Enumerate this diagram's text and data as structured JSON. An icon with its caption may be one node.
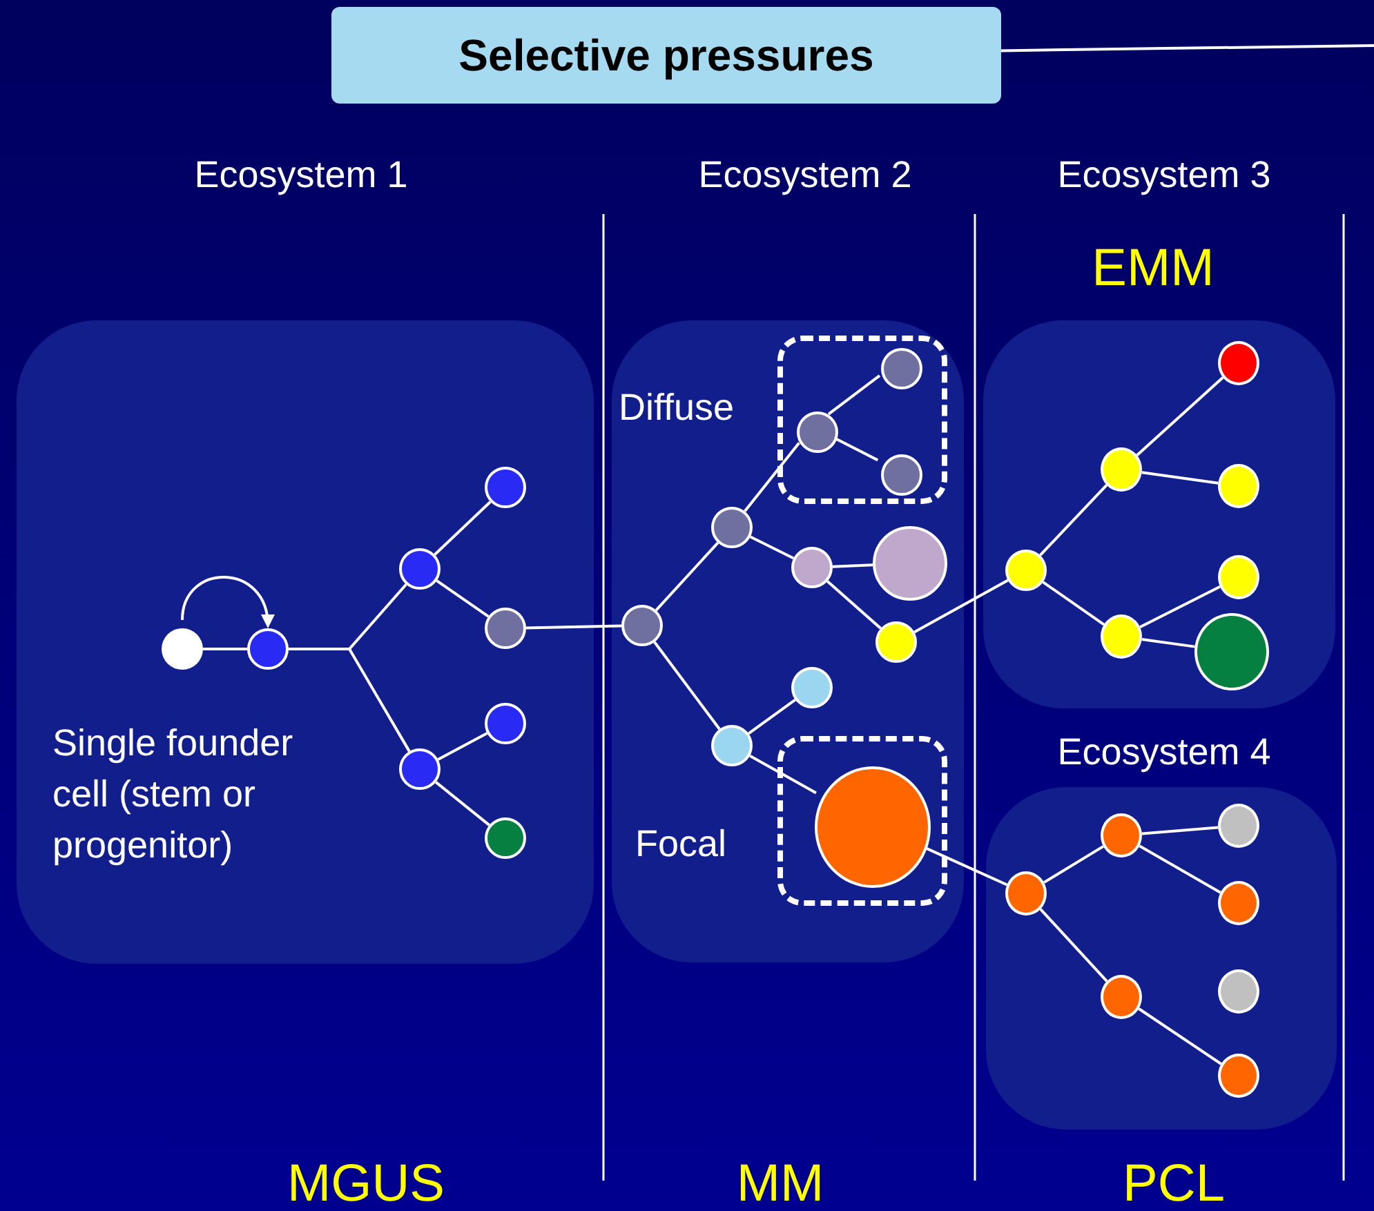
{
  "diagram": {
    "nodes": [
      {
        "text": [
          "Selective pressures"
        ]
      },
      {
        "text": [
          "Single founder cell (stem or progenitor)"
        ]
      },
      {
        "text": [],
        "shape": "box"
      },
      {
        "text": [],
        "shape": "box"
      },
      {
        "text": [],
        "shape": "box"
      },
      {
        "text": [],
        "shape": "box",
        "in": 2,
        "beside": [
          "Diffuse"
        ]
      },
      {
        "text": [],
        "shape": "box",
        "in": 2,
        "beside": [
          "Focal"
        ]
      },
      {
        "text": [],
        "shape": "circle",
        "in": 1
      },
      {
        "text": [],
        "shape": "circle",
        "in": 1
      },
      {
        "text": [],
        "shape": "circle",
        "in": 1
      },
      {
        "text": [],
        "shape": "circle",
        "in": 1
      },
      {
        "text": [],
        "shape": "circle",
        "in": 1
      },
      {
        "text": [],
        "shape": "circle",
        "in": 1
      },
      {
        "text": [],
        "shape": "circle",
        "in": 1
      },
      {
        "text": [],
        "shape": "circle",
        "in": 1
      },
      {
        "text": [],
        "shape": "circle",
        "in": 2
      },
      {
        "text": [],
        "shape": "circle",
        "in": 2
      },
      {
        "text": [],
        "shape": "circle",
        "in": 5
      },
      {
        "text": [],
        "shape": "circle",
        "in": 5
      },
      {
        "text": [],
        "shape": "circle",
        "in": 5
      },
      {
        "text": [],
        "shape": "circle",
        "in": 2
      },
      {
        "text": [],
        "shape": "circle",
        "in": 2
      },
      {
        "text": [],
        "shape": "circle",
        "in": 2
      },
      {
        "text": [],
        "shape": "circle",
        "in": 2
      },
      {
        "text": [],
        "shape": "circle",
        "in": 2
      },
      {
        "text": [],
        "shape": "circle",
        "in": 6
      },
      {
        "text": [],
        "shape": "circle",
        "in": 3
      },
      {
        "text": [],
        "shape": "circle",
        "in": 3
      },
      {
        "text": [],
        "shape": "circle",
        "in": 3
      },
      {
        "text": [],
        "shape": "circle",
        "in": 3
      },
      {
        "text": [],
        "shape": "circle",
        "in": 3
      },
      {
        "text": [],
        "shape": "circle",
        "in": 3
      },
      {
        "text": [],
        "shape": "circle",
        "in": 3
      },
      {
        "text": [],
        "shape": "circle",
        "in": 4
      },
      {
        "text": [],
        "shape": "circle",
        "in": 4
      },
      {
        "text": [],
        "shape": "circle",
        "in": 4
      },
      {
        "text": [],
        "shape": "circle",
        "in": 4
      },
      {
        "text": [],
        "shape": "circle",
        "in": 4
      },
      {
        "text": [],
        "shape": "circle",
        "in": 4
      },
      {
        "text": [],
        "shape": "circle",
        "in": 4
      }
    ],
    "edges": [
      {
        "from": 0,
        "to": null,
        "arrow": "none"
      },
      {
        "from": 7,
        "to": 8,
        "arrow": "none"
      },
      {
        "from": 7,
        "to": 8,
        "arrow": "to"
      },
      {
        "from": 8,
        "to": 9,
        "arrow": "none"
      },
      {
        "from": 8,
        "to": 12,
        "arrow": "none"
      },
      {
        "from": 9,
        "to": 10,
        "arrow": "none"
      },
      {
        "from": 9,
        "to": 11,
        "arrow": "none"
      },
      {
        "from": 12,
        "to": 13,
        "arrow": "none"
      },
      {
        "from": 12,
        "to": 14,
        "arrow": "none"
      },
      {
        "from": 11,
        "to": 15,
        "arrow": "none"
      },
      {
        "from": 15,
        "to": 16,
        "arrow": "none"
      },
      {
        "from": 15,
        "to": 23,
        "arrow": "none"
      },
      {
        "from": 16,
        "to": 17,
        "arrow": "none"
      },
      {
        "from": 17,
        "to": 18,
        "arrow": "none"
      },
      {
        "from": 17,
        "to": 19,
        "arrow": "none"
      },
      {
        "from": 16,
        "to": 20,
        "arrow": "none"
      },
      {
        "from": 20,
        "to": 21,
        "arrow": "none"
      },
      {
        "from": 20,
        "to": 22,
        "arrow": "none"
      },
      {
        "from": 22,
        "to": 26,
        "arrow": "none"
      },
      {
        "from": 23,
        "to": 24,
        "arrow": "none"
      },
      {
        "from": 23,
        "to": 25,
        "arrow": "none"
      },
      {
        "from": 25,
        "to": 33,
        "arrow": "none"
      },
      {
        "from": 26,
        "to": 27,
        "arrow": "none"
      },
      {
        "from": 27,
        "to": 28,
        "arrow": "none"
      },
      {
        "from": 27,
        "to": 29,
        "arrow": "none"
      },
      {
        "from": 26,
        "to": 30,
        "arrow": "none"
      },
      {
        "from": 30,
        "to": 31,
        "arrow": "none"
      },
      {
        "from": 30,
        "to": 32,
        "arrow": "none"
      },
      {
        "from": 33,
        "to": 34,
        "arrow": "none"
      },
      {
        "from": 34,
        "to": 35,
        "arrow": "none"
      },
      {
        "from": 34,
        "to": 36,
        "arrow": "none"
      },
      {
        "from": 33,
        "to": 37,
        "arrow": "none"
      },
      {
        "from": 37,
        "to": 39,
        "arrow": "none"
      }
    ],
    "labels": [
      "Ecosystem 1",
      "Ecosystem 2",
      "Ecosystem 3",
      "EMM",
      "Ecosystem 4",
      "MGUS",
      "MM",
      "PCL"
    ]
  }
}
